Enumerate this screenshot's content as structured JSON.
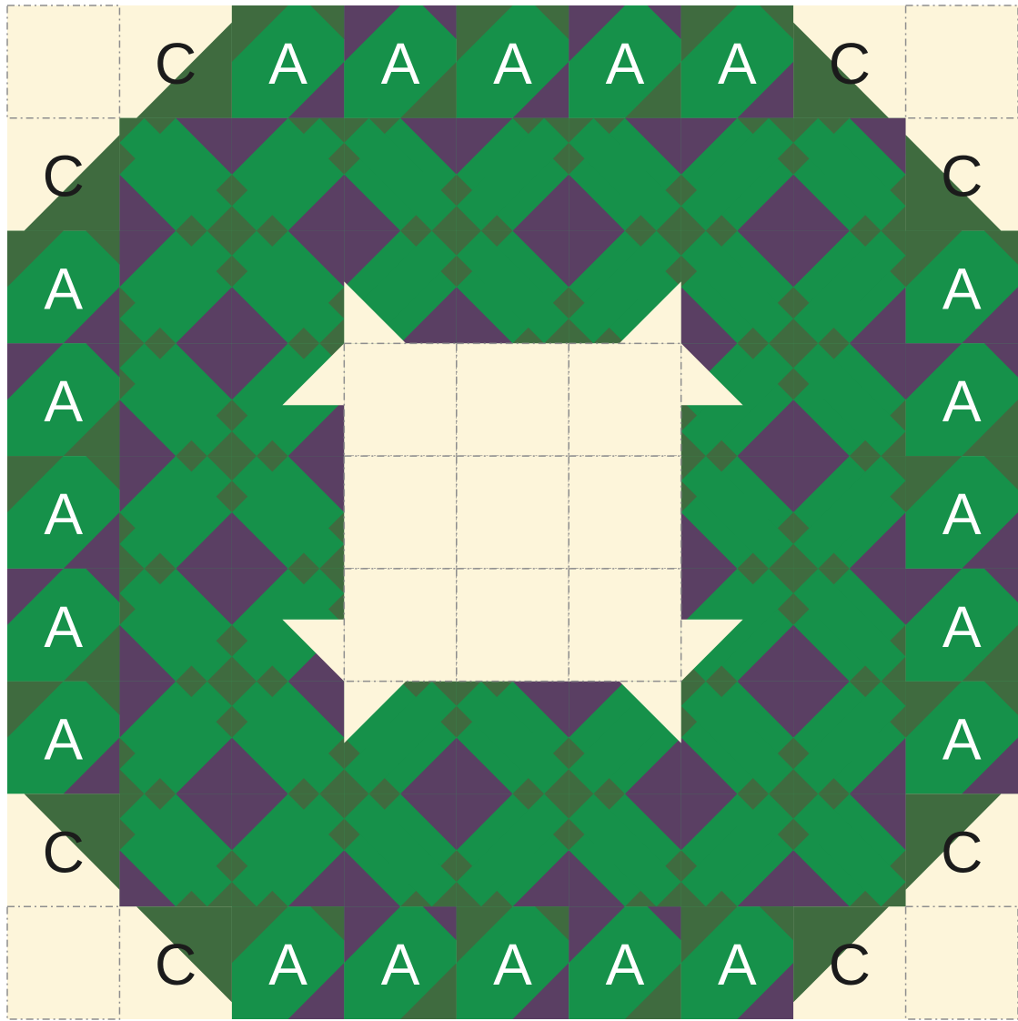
{
  "palette": {
    "cream": "#fdf5da",
    "green": "#16914a",
    "dark_green": "#3f6b3f",
    "purple": "#5a3f63",
    "label_on_cream": "#1b1b1b",
    "label_on_green": "#ffffff",
    "guide_line": "#8e8e8e"
  },
  "labels": {
    "a": "A",
    "c": "C"
  },
  "grid": {
    "rows": 9,
    "cols": 9
  },
  "blocks": [
    [
      "E",
      "C",
      "A",
      "A",
      "A",
      "A",
      "A",
      "C",
      "E"
    ],
    [
      "C",
      "X",
      "X",
      "X",
      "X",
      "X",
      "X",
      "X",
      "C"
    ],
    [
      "A",
      "X",
      "X",
      "X",
      "X",
      "X",
      "X",
      "X",
      "A"
    ],
    [
      "A",
      "X",
      "X",
      "E",
      "E",
      "E",
      "X",
      "X",
      "A"
    ],
    [
      "A",
      "X",
      "X",
      "E",
      "E",
      "E",
      "X",
      "X",
      "A"
    ],
    [
      "A",
      "X",
      "X",
      "E",
      "E",
      "E",
      "X",
      "X",
      "A"
    ],
    [
      "A",
      "X",
      "X",
      "X",
      "X",
      "X",
      "X",
      "X",
      "A"
    ],
    [
      "C",
      "X",
      "X",
      "X",
      "X",
      "X",
      "X",
      "X",
      "C"
    ],
    [
      "E",
      "C",
      "A",
      "A",
      "A",
      "A",
      "A",
      "C",
      "E"
    ]
  ]
}
